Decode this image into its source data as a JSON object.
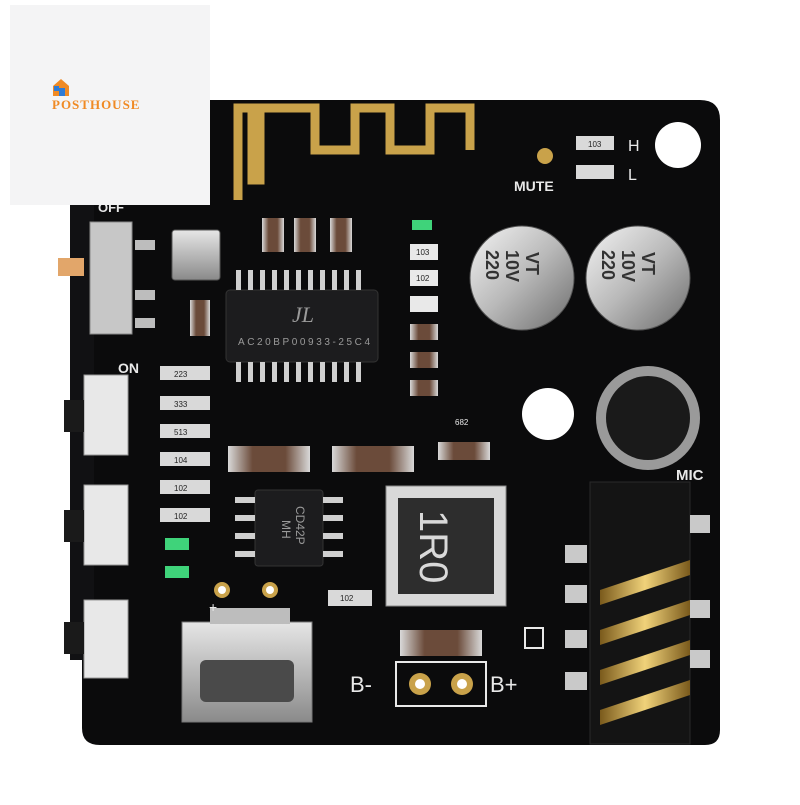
{
  "logo": {
    "brand": "POSTHOUSE"
  },
  "board": {
    "switch_top_label": "OFF",
    "switch_on_label": "ON",
    "mute_label": "MUTE",
    "h_label": "H",
    "l_label": "L",
    "mic_label": "MIC",
    "b_minus_label": "B-",
    "b_plus_label": "B+",
    "usb_plus_label": "+",
    "chip_main": "AC20BP00933-25C4",
    "chip_main_logo": "JL",
    "chip_amp_1": "MH",
    "chip_amp_2": "CD42P",
    "inductor": "1R0",
    "cap_value": "220",
    "cap_voltage": "10V",
    "cap_series": "VT",
    "resistor_codes": [
      "223",
      "333",
      "513",
      "104",
      "102",
      "102",
      "103",
      "102",
      "682",
      "102"
    ],
    "top_resistor_code": "103"
  },
  "colors": {
    "board": "#0b0b0c",
    "gold": "#c9a24a",
    "silkscreen": "#e9e9e9",
    "logo_orange": "#f08a24"
  }
}
